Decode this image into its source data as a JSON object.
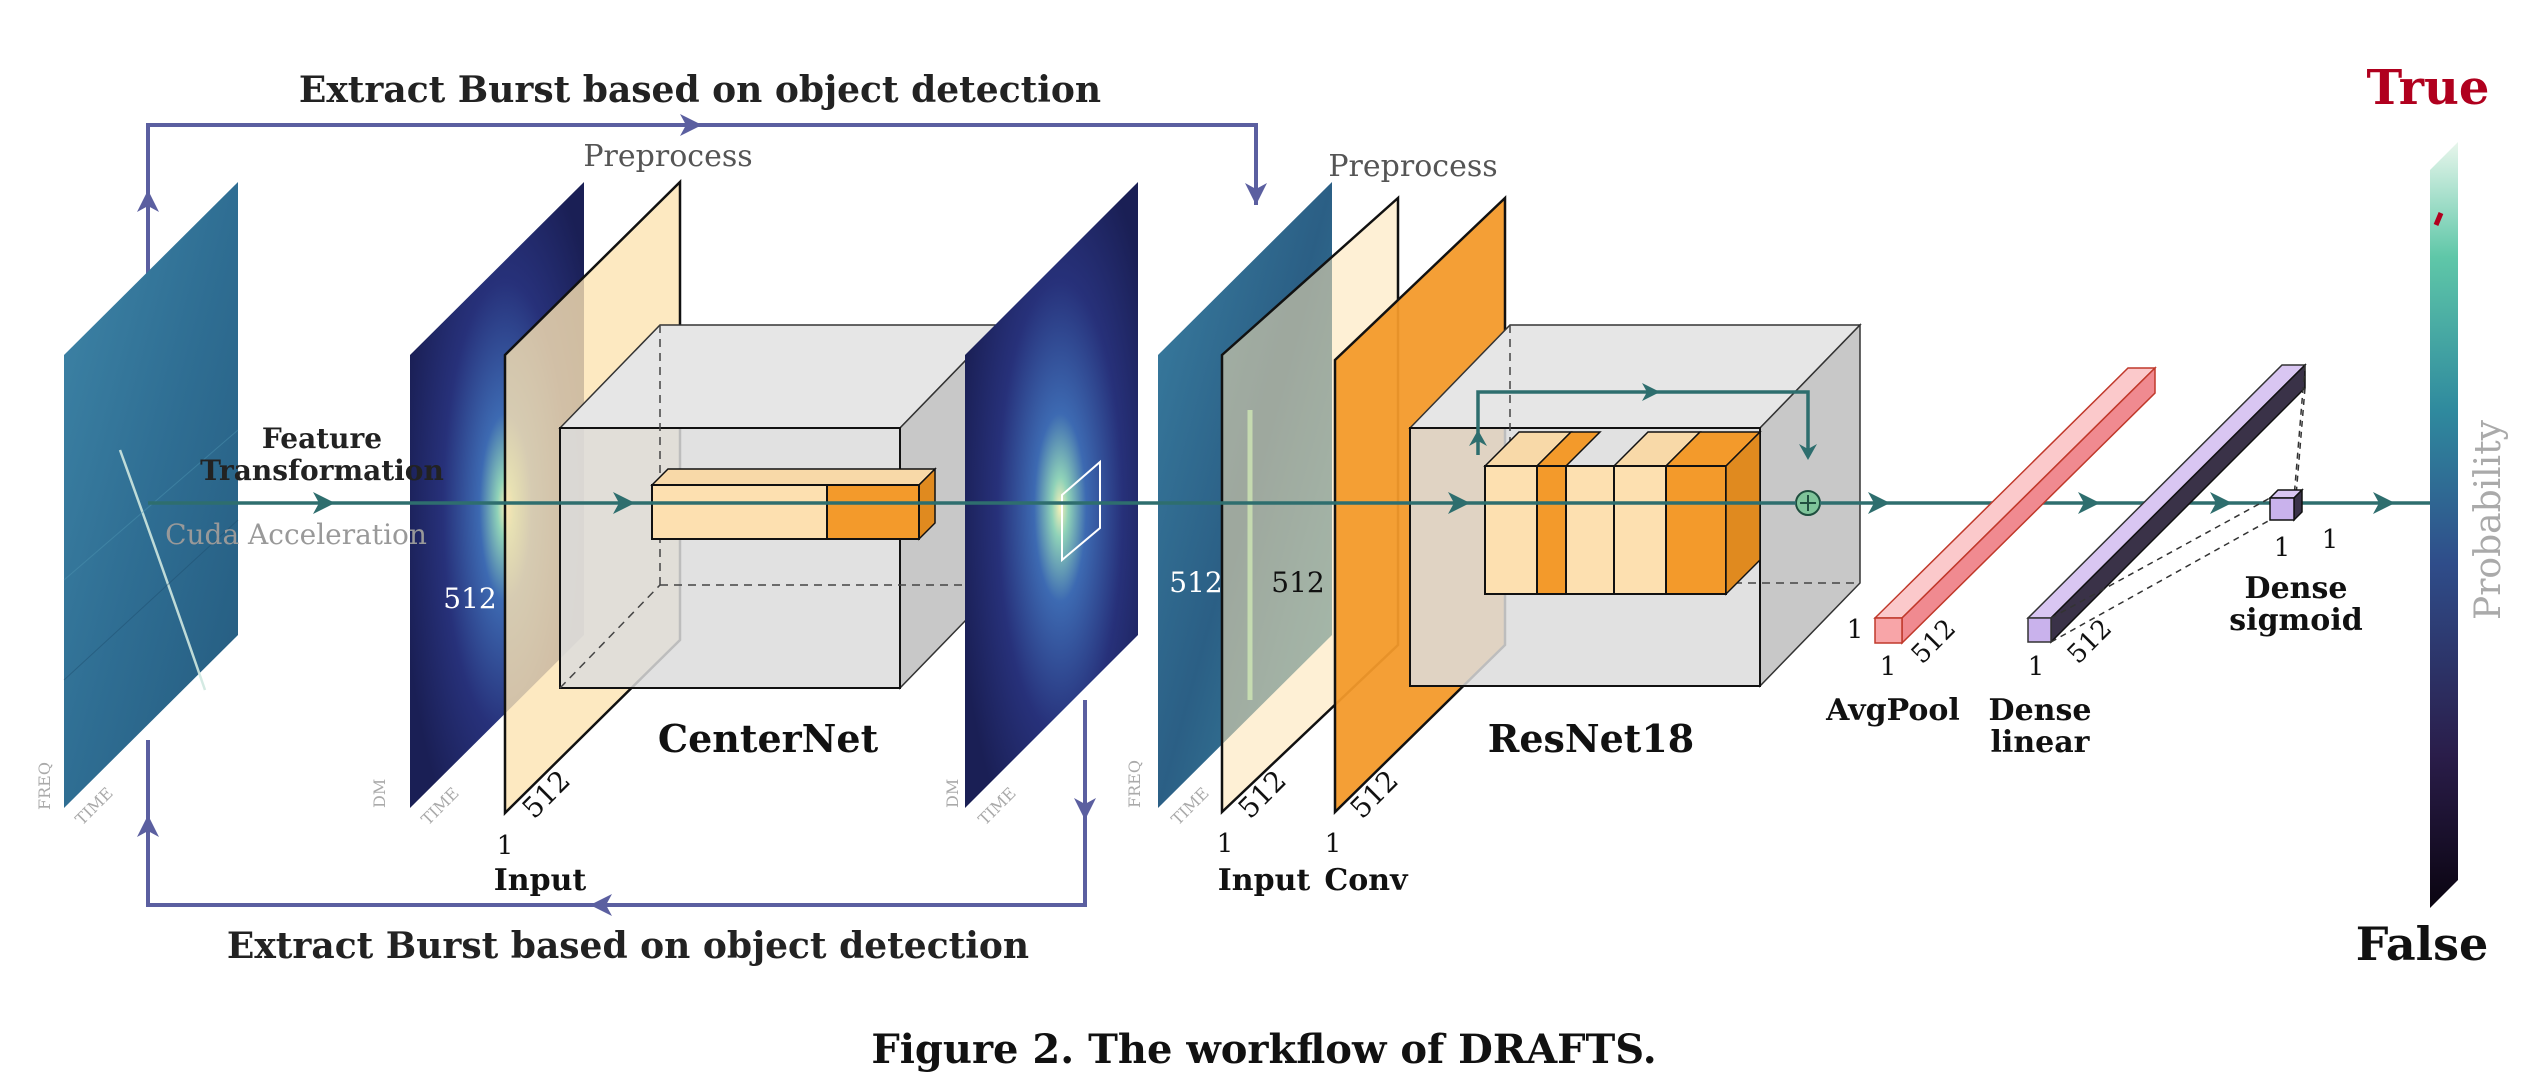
{
  "labels": {
    "top_flow": "Extract Burst based on object detection",
    "bottom_flow": "Extract Burst based on object detection",
    "preprocess_1": "Preprocess",
    "preprocess_2": "Preprocess",
    "feature_line1": "Feature",
    "feature_line2": "Transformation",
    "cuda": "Cuda Acceleration",
    "centernet": "CenterNet",
    "resnet": "ResNet18",
    "input_1": "Input",
    "input_2": "Input",
    "conv": "Conv",
    "avgpool": "AvgPool",
    "dense_linear_1": "Dense",
    "dense_linear_2": "linear",
    "dense_sigmoid_1": "Dense",
    "dense_sigmoid_2": "sigmoid",
    "true": "True",
    "false": "False",
    "probability": "Probability",
    "caption": "Figure 2. The workflow of DRAFTS."
  },
  "axes": {
    "freq": "FREQ",
    "time": "TIME",
    "dm": "DM"
  },
  "dims": {
    "n512": "512",
    "n1": "1"
  },
  "colors": {
    "flow_arrow": "#5b5fa0",
    "teal_arrow": "#2e6e6e",
    "orange": "#f39a2b",
    "cream": "#fde4b2",
    "true_red": "#b0001e",
    "avgpool_pink": "#f8a5a8",
    "dense_purple": "#c9b2ec",
    "box_gray": "#d9d9d9"
  }
}
